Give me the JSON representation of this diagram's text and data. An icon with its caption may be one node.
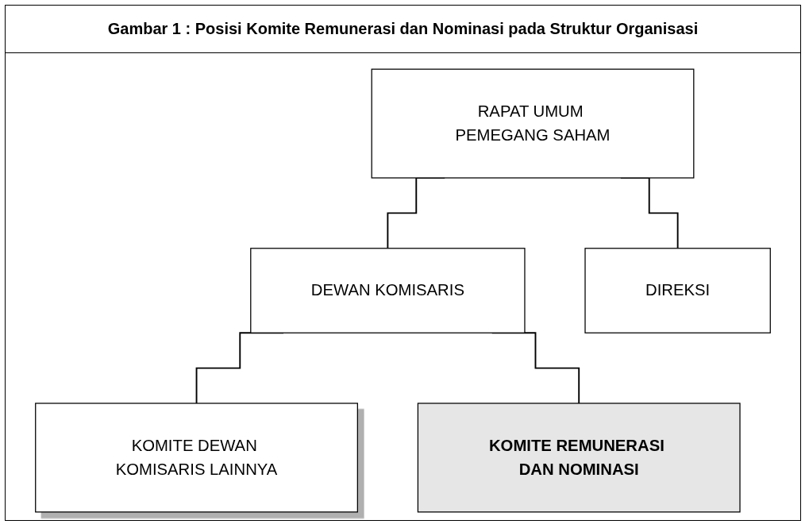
{
  "diagram": {
    "title": "Gambar 1 : Posisi Komite Remunerasi dan Nominasi pada Struktur Organisasi",
    "nodes": [
      {
        "text": [
          "RAPAT UMUM PEMEGANG SAHAM"
        ]
      },
      {
        "text": [
          "DEWAN KOMISARIS"
        ]
      },
      {
        "text": [
          "DIREKSI"
        ]
      },
      {
        "text": [
          "KOMITE DEWAN KOMISARIS LAINNYA"
        ]
      },
      {
        "text": [
          "KOMITE REMUNERASI DAN NOMINASI"
        ]
      }
    ],
    "edges": [
      {
        "from": 0,
        "to": 1,
        "arrow": "none"
      },
      {
        "from": 0,
        "to": 2,
        "arrow": "none"
      },
      {
        "from": 1,
        "to": 3,
        "arrow": "none"
      },
      {
        "from": 1,
        "to": 4,
        "arrow": "none"
      }
    ]
  }
}
